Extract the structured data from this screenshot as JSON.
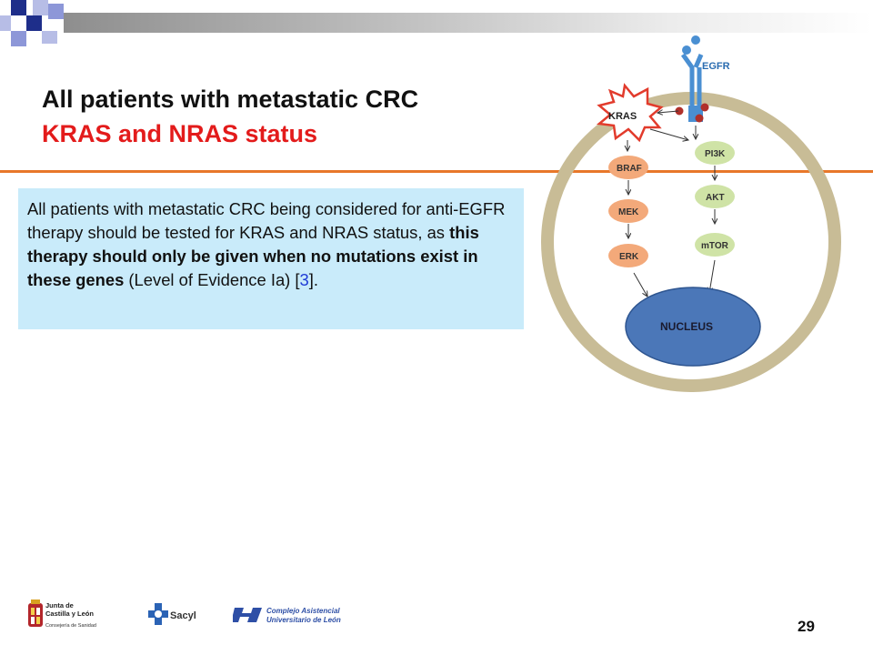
{
  "title": {
    "line1": "All patients with metastatic CRC",
    "line2": "KRAS and NRAS status"
  },
  "body": {
    "part1": "All patients with metastatic CRC being considered for anti-EGFR therapy should be tested for KRAS and NRAS status, as ",
    "bold": "this therapy should only be given when no mutations exist in these genes",
    "part2": " (Level of Evidence Ia) [",
    "ref": "3",
    "part3": "]."
  },
  "diagram": {
    "receptor": "EGFR",
    "kras": "KRAS",
    "left_chain": [
      "BRAF",
      "MEK",
      "ERK"
    ],
    "right_chain": [
      "PI3K",
      "AKT",
      "mTOR"
    ],
    "nucleus": "NUCLEUS"
  },
  "footer": {
    "logo1_line1": "Junta de",
    "logo1_line2": "Castilla y León",
    "logo1_line3": "Consejería de Sanidad",
    "logo2": "Sacyl",
    "logo3_line1": "Complejo Asistencial",
    "logo3_line2": "Universitario de León",
    "slide_number": "29"
  },
  "colors": {
    "title_accent": "#e31b1b",
    "rule": "#e8772a",
    "textbox_bg": "#c9ebfa",
    "cell_ring": "#c8bc96",
    "braf_node": "#f3a97a",
    "pi3k_node": "#cfe3a6",
    "nucleus": "#4b77b8",
    "receptor": "#4a8fd2"
  }
}
